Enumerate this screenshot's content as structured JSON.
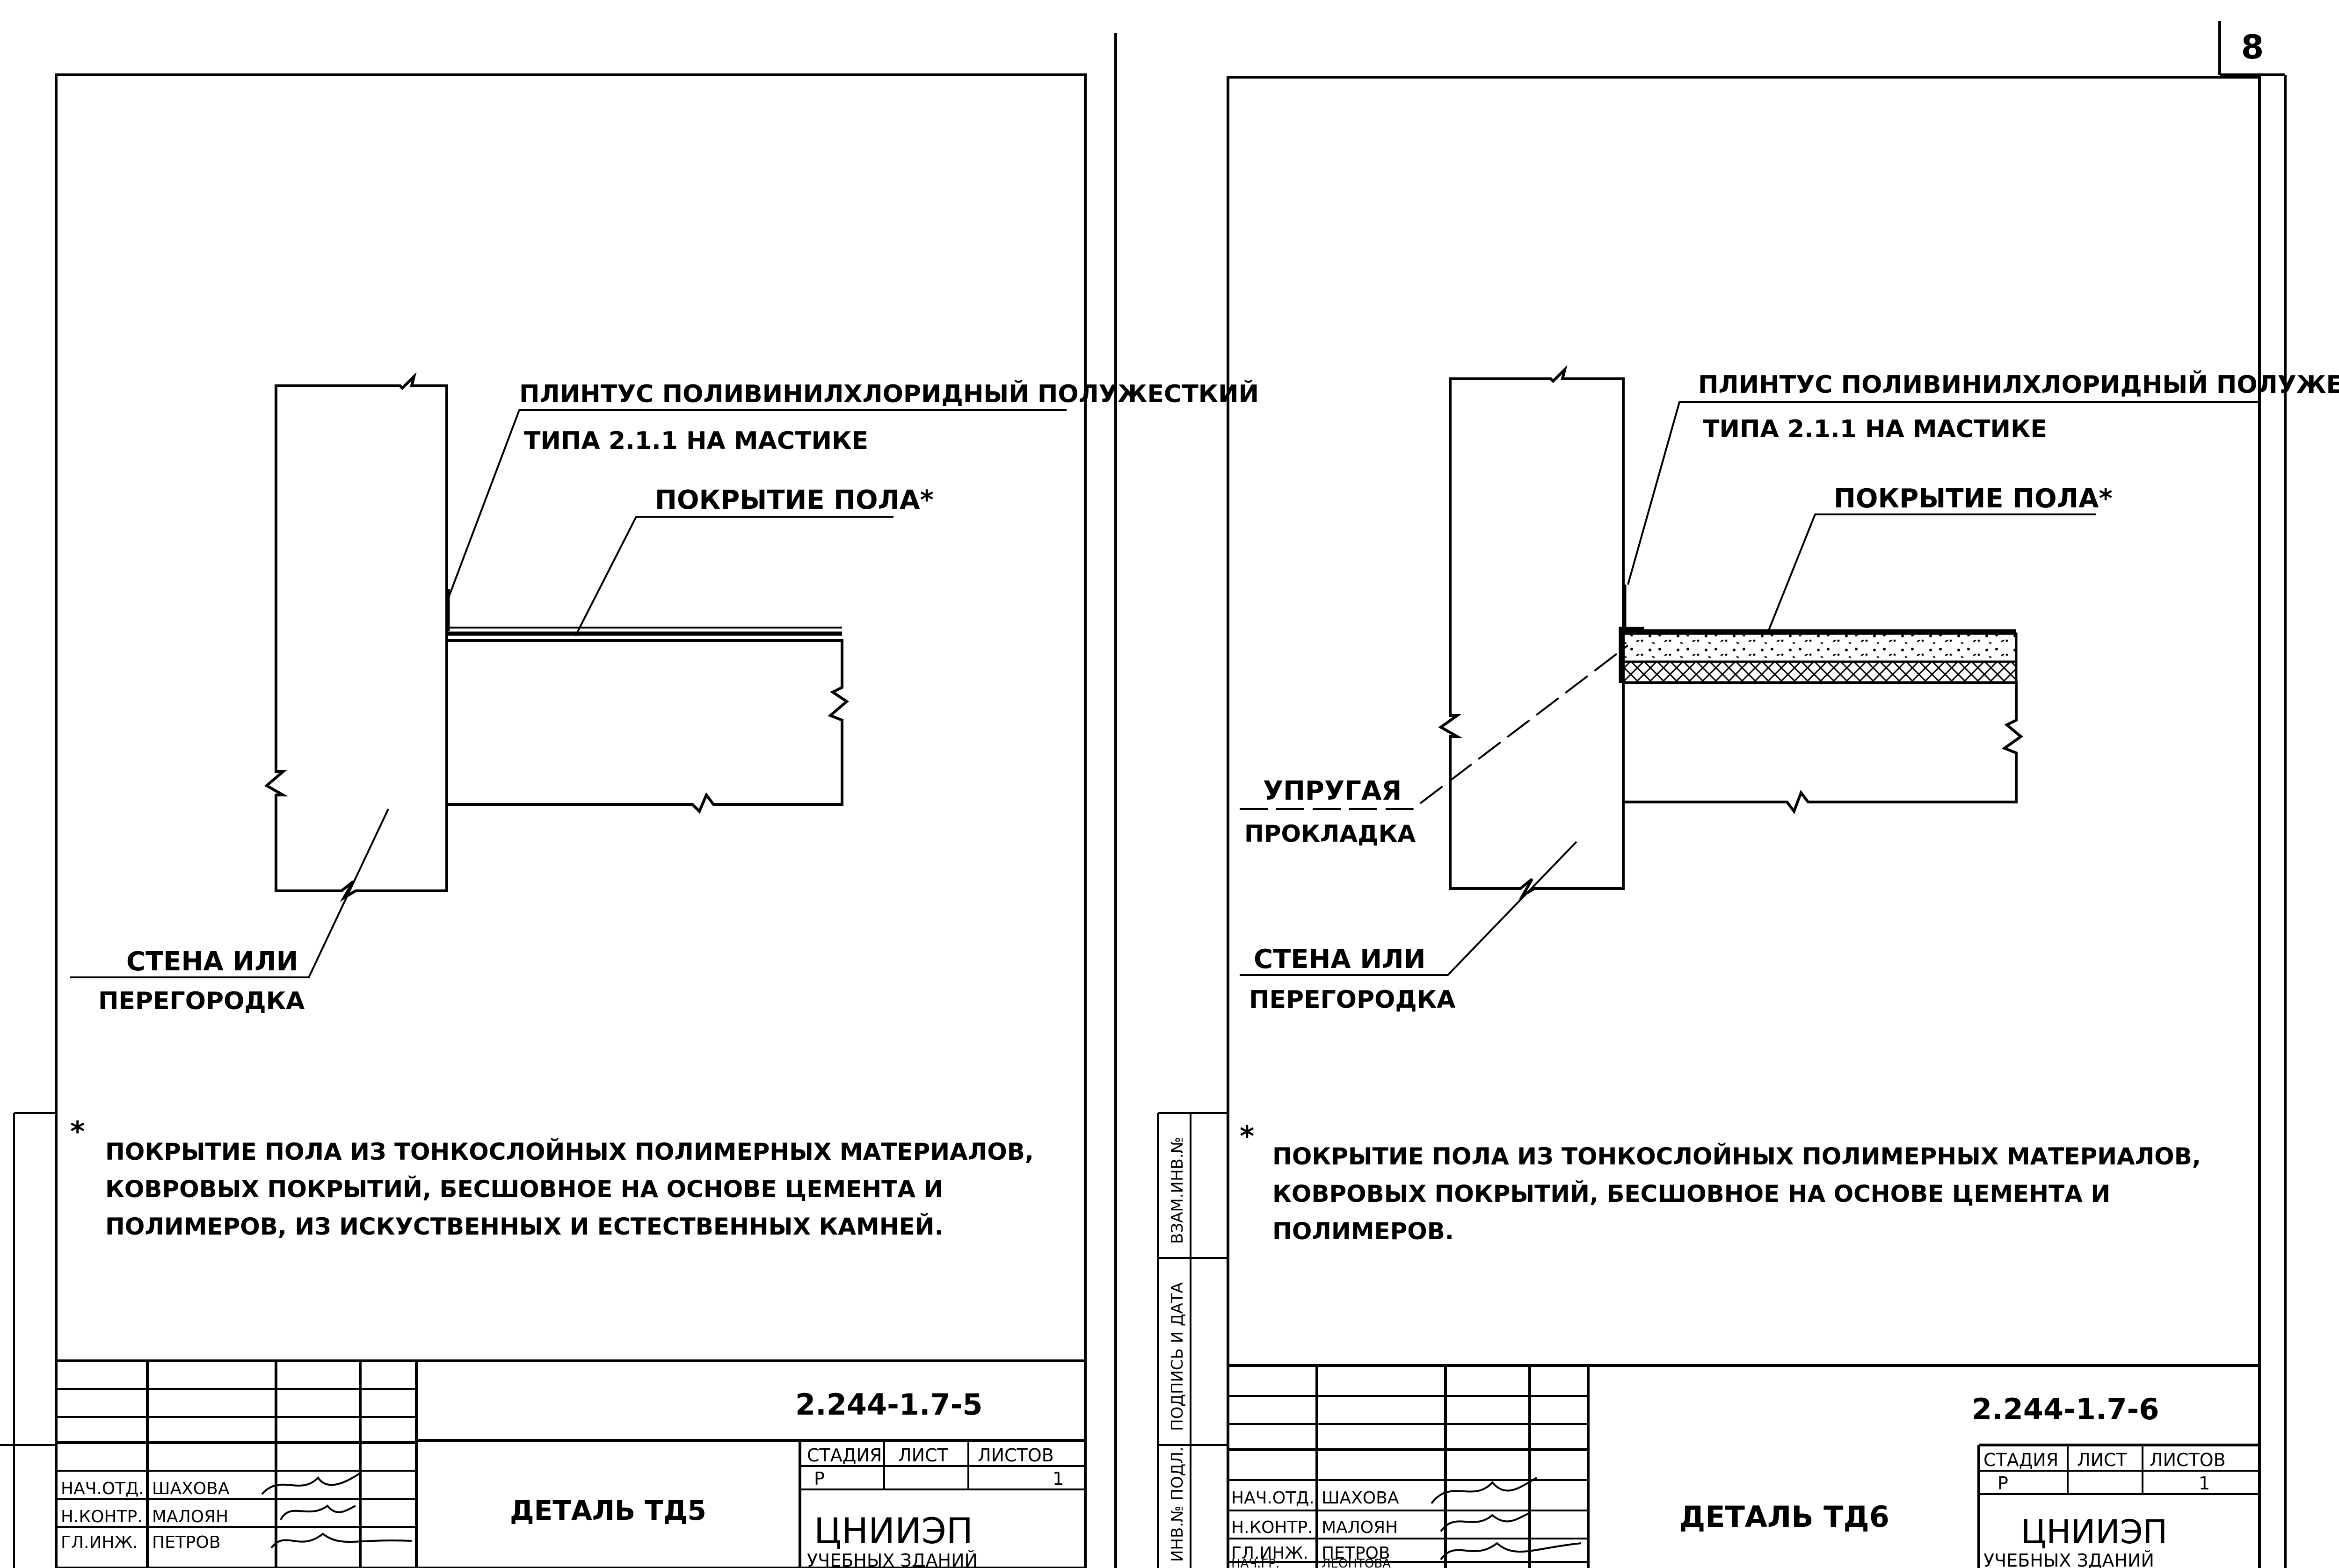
{
  "page_number": "8",
  "side_strip": {
    "label_1": "ВЗАМ.ИНВ.№",
    "label_2": "ПОДПИСЬ И ДАТА",
    "label_3": "ИНВ.№ ПОДЛ."
  },
  "sheets": [
    {
      "baseboard_label_line1": "ПЛИНТУС ПОЛИВИНИЛХЛОРИДНЫЙ ПОЛУЖЕСТКИЙ",
      "baseboard_label_line2": "ТИПА 2.1.1 НА МАСТИКЕ",
      "floor_covering_label": "ПОКРЫТИЕ ПОЛА*",
      "wall_label_line1": "СТЕНА ИЛИ",
      "wall_label_line2": "ПЕРЕГОРОДКА",
      "footnote_star": "*",
      "footnote_line1": "ПОКРЫТИЕ ПОЛА ИЗ ТОНКОСЛОЙНЫХ ПОЛИМЕРНЫХ МАТЕРИАЛОВ,",
      "footnote_line2": "КОВРОВЫХ ПОКРЫТИЙ, БЕСШОВНОЕ НА ОСНОВЕ ЦЕМЕНТА И",
      "footnote_line3": "ПОЛИМЕРОВ, ИЗ ИСКУСТВЕННЫХ И ЕСТЕСТВЕННЫХ КАМНЕЙ.",
      "drawing_code": "2.244-1.7-5",
      "title": "ДЕТАЛЬ ТД5",
      "stage_header": "СТАДИЯ",
      "sheet_header": "ЛИСТ",
      "sheets_header": "ЛИСТОВ",
      "stage_value": "Р",
      "sheets_value": "1",
      "org_line1": "ЦНИИЭП",
      "org_line2": "УЧЕБНЫХ ЗДАНИЙ",
      "signatures": [
        {
          "role": "НАЧ.ОТД.",
          "name": "ШАХОВА"
        },
        {
          "role": "Н.КОНТР.",
          "name": "МАЛОЯН"
        },
        {
          "role": "ГЛ.ИНЖ.",
          "name": "ПЕТРОВ"
        }
      ]
    },
    {
      "baseboard_label_line1": "ПЛИНТУС ПОЛИВИНИЛХЛОРИДНЫЙ ПОЛУЖЕСТКИЙ",
      "baseboard_label_line2": "ТИПА 2.1.1 НА МАСТИКЕ",
      "floor_covering_label": "ПОКРЫТИЕ ПОЛА*",
      "gasket_label_line1": "УПРУГАЯ",
      "gasket_label_line2": "ПРОКЛАДКА",
      "wall_label_line1": "СТЕНА ИЛИ",
      "wall_label_line2": "ПЕРЕГОРОДКА",
      "footnote_star": "*",
      "footnote_line1": "ПОКРЫТИЕ ПОЛА ИЗ ТОНКОСЛОЙНЫХ ПОЛИМЕРНЫХ МАТЕРИАЛОВ,",
      "footnote_line2": "КОВРОВЫХ ПОКРЫТИЙ, БЕСШОВНОЕ НА ОСНОВЕ ЦЕМЕНТА И",
      "footnote_line3": "ПОЛИМЕРОВ.",
      "drawing_code": "2.244-1.7-6",
      "title": "ДЕТАЛЬ ТД6",
      "stage_header": "СТАДИЯ",
      "sheet_header": "ЛИСТ",
      "sheets_header": "ЛИСТОВ",
      "stage_value": "Р",
      "sheets_value": "1",
      "org_line1": "ЦНИИЭП",
      "org_line2": "УЧЕБНЫХ ЗДАНИЙ",
      "signatures": [
        {
          "role": "НАЧ.ОТД.",
          "name": "ШАХОВА"
        },
        {
          "role": "Н.КОНТР.",
          "name": "МАЛОЯН"
        },
        {
          "role": "ГЛ.ИНЖ.",
          "name": "ПЕТРОВ"
        },
        {
          "role": "НАЧ.ГР.",
          "name": "ЛЕОНТОВА"
        }
      ]
    }
  ]
}
